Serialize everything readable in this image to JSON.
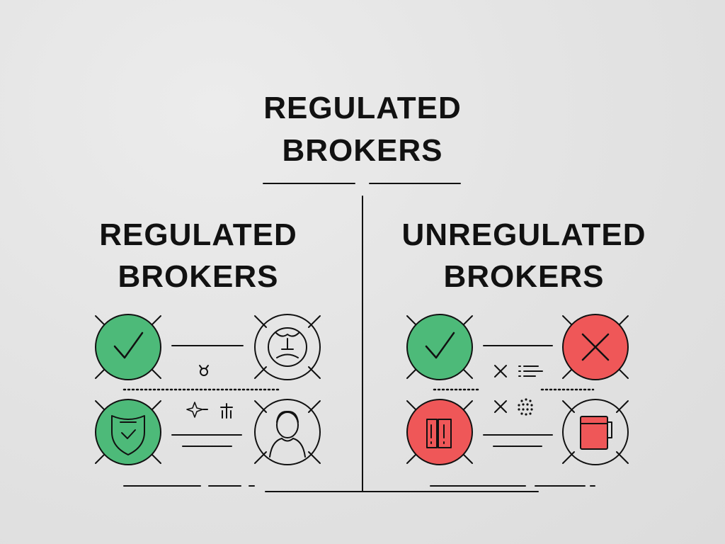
{
  "header": {
    "title_line1": "REGULATED",
    "title_line2": "BROKERS"
  },
  "left_column": {
    "title_line1": "REGULATED",
    "title_line2": "BROKERS",
    "icons": [
      "check-icon",
      "frown-face-icon",
      "shield-check-icon",
      "person-icon"
    ]
  },
  "right_column": {
    "title_line1": "UNREGULATED",
    "title_line2": "BROKERS",
    "icons": [
      "check-icon",
      "x-icon",
      "alert-document-icon",
      "mug-icon"
    ]
  },
  "colors": {
    "green": "#4dba79",
    "red": "#ef5758",
    "ink": "#111111",
    "background": "#e4e4e4"
  }
}
